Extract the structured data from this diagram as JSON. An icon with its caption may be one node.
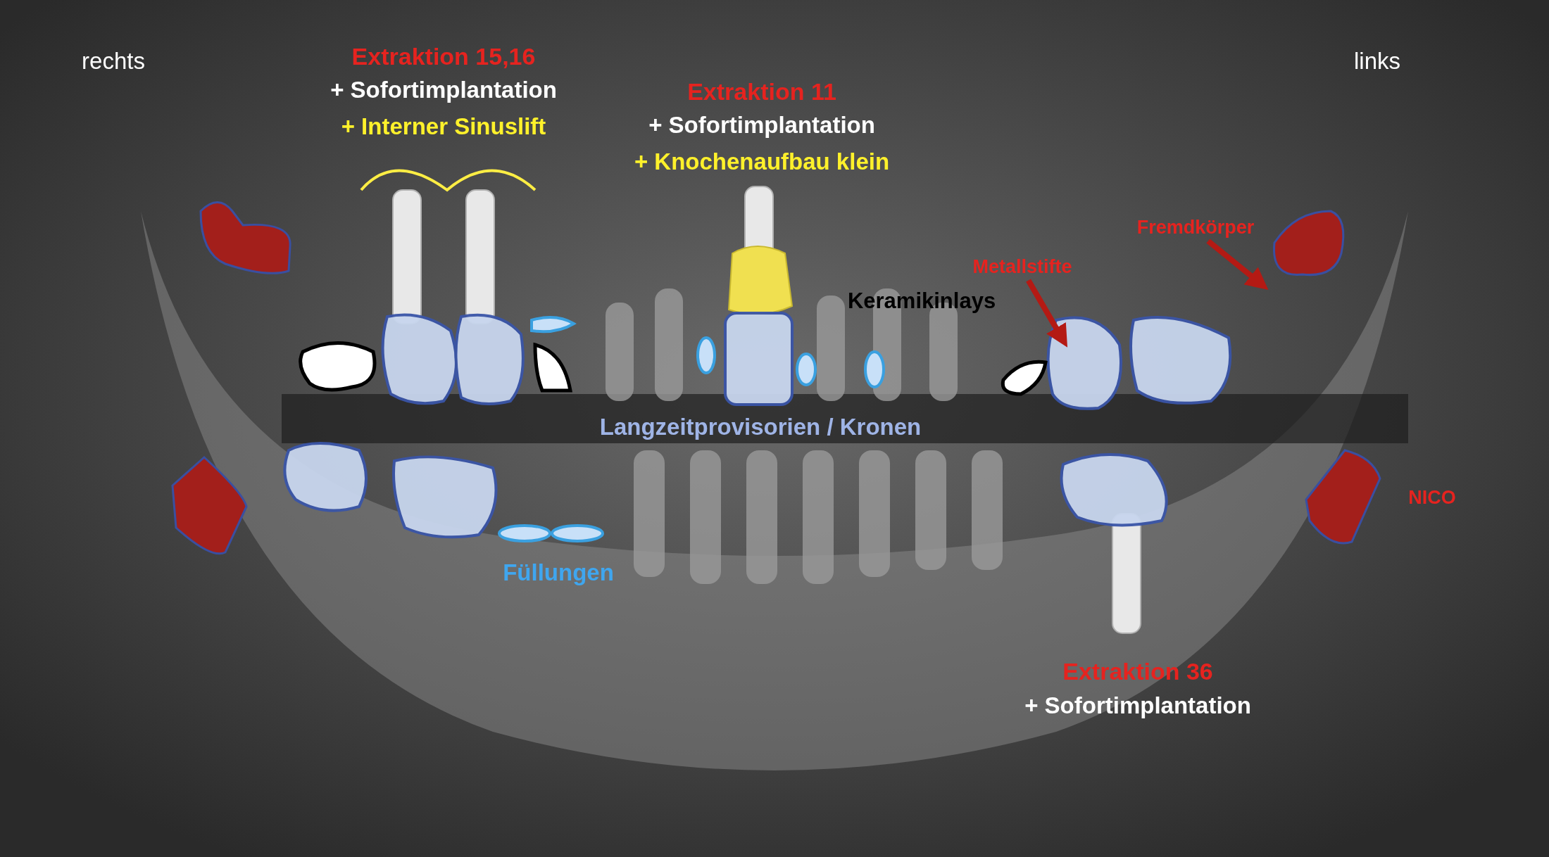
{
  "diagram": {
    "nodes": [
      {
        "text": [
          "Fremdkörper"
        ]
      },
      {
        "text": [
          "Metallstifte"
        ]
      }
    ],
    "edges": [
      {
        "from": 0,
        "to": null,
        "arrow": "to"
      },
      {
        "from": 1,
        "to": null,
        "arrow": "to"
      }
    ],
    "labels": [
      "rechts",
      "Extraktion 15,16",
      "+ Sofortimplantation",
      "+ Interner Sinuslift",
      "Extraktion 11",
      "+ Sofortimplantation",
      "+ Knochenaufbau klein",
      "links",
      "Keramikinlays",
      "Langzeitprovisorien / Kronen",
      "NICO",
      "Füllungen",
      "Extraktion 36",
      "+ Sofortimplantation"
    ]
  }
}
